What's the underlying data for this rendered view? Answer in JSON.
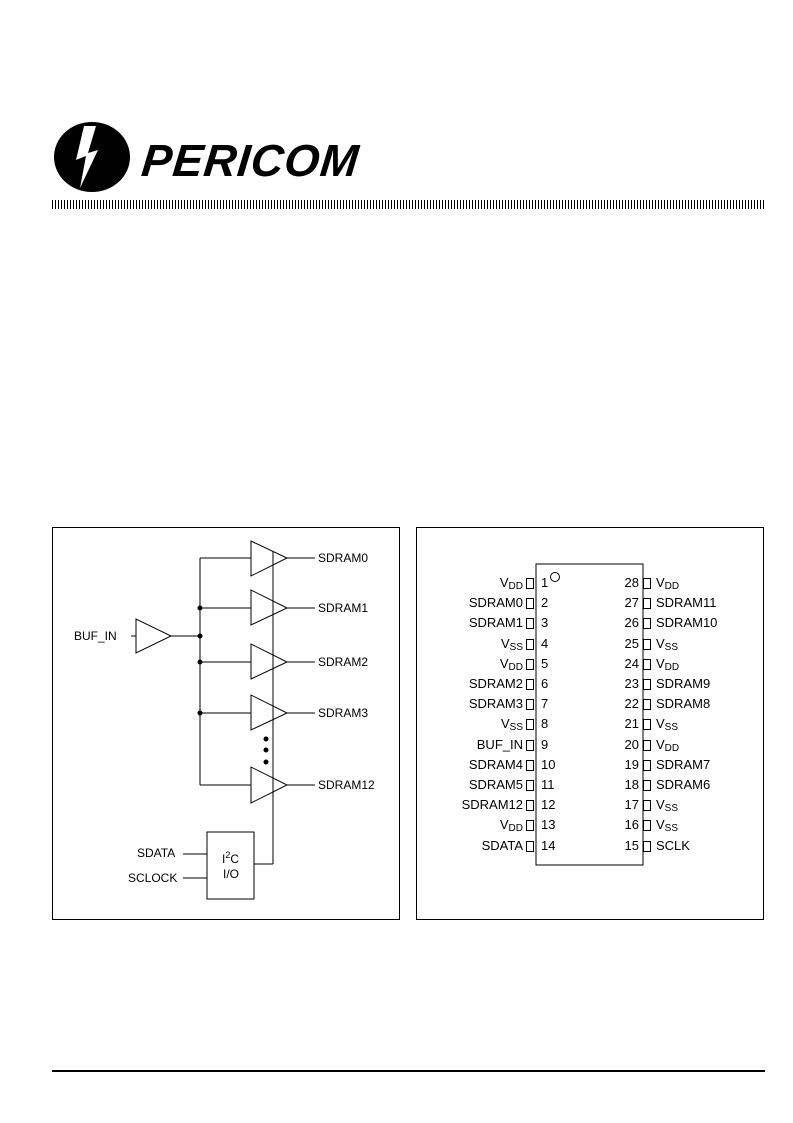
{
  "header": {
    "brand_name": "PERICOM"
  },
  "block_diagram": {
    "input_label": "BUF_IN",
    "outputs": [
      "SDRAM0",
      "SDRAM1",
      "SDRAM2",
      "SDRAM3",
      "SDRAM12"
    ],
    "i2c_block": {
      "line1_main": "I",
      "line1_sup": "2",
      "line1_tail": "C",
      "line2": "I/O"
    },
    "control_inputs": [
      "SDATA",
      "SCLOCK"
    ]
  },
  "pin_diagram": {
    "left_pins": [
      {
        "name": "V",
        "sub": "DD",
        "num": "1"
      },
      {
        "name": "SDRAM0",
        "sub": "",
        "num": "2"
      },
      {
        "name": "SDRAM1",
        "sub": "",
        "num": "3"
      },
      {
        "name": "V",
        "sub": "SS",
        "num": "4"
      },
      {
        "name": "V",
        "sub": "DD",
        "num": "5"
      },
      {
        "name": "SDRAM2",
        "sub": "",
        "num": "6"
      },
      {
        "name": "SDRAM3",
        "sub": "",
        "num": "7"
      },
      {
        "name": "V",
        "sub": "SS",
        "num": "8"
      },
      {
        "name": "BUF_IN",
        "sub": "",
        "num": "9"
      },
      {
        "name": "SDRAM4",
        "sub": "",
        "num": "10"
      },
      {
        "name": "SDRAM5",
        "sub": "",
        "num": "11"
      },
      {
        "name": "SDRAM12",
        "sub": "",
        "num": "12"
      },
      {
        "name": "V",
        "sub": "DD",
        "num": "13"
      },
      {
        "name": "SDATA",
        "sub": "",
        "num": "14"
      }
    ],
    "right_pins": [
      {
        "name": "V",
        "sub": "DD",
        "num": "28"
      },
      {
        "name": "SDRAM11",
        "sub": "",
        "num": "27"
      },
      {
        "name": "SDRAM10",
        "sub": "",
        "num": "26"
      },
      {
        "name": "V",
        "sub": "SS",
        "num": "25"
      },
      {
        "name": "V",
        "sub": "DD",
        "num": "24"
      },
      {
        "name": "SDRAM9",
        "sub": "",
        "num": "23"
      },
      {
        "name": "SDRAM8",
        "sub": "",
        "num": "22"
      },
      {
        "name": "V",
        "sub": "SS",
        "num": "21"
      },
      {
        "name": "V",
        "sub": "DD",
        "num": "20"
      },
      {
        "name": "SDRAM7",
        "sub": "",
        "num": "19"
      },
      {
        "name": "SDRAM6",
        "sub": "",
        "num": "18"
      },
      {
        "name": "V",
        "sub": "SS",
        "num": "17"
      },
      {
        "name": "V",
        "sub": "SS",
        "num": "16"
      },
      {
        "name": "SCLK",
        "sub": "",
        "num": "15"
      }
    ]
  }
}
